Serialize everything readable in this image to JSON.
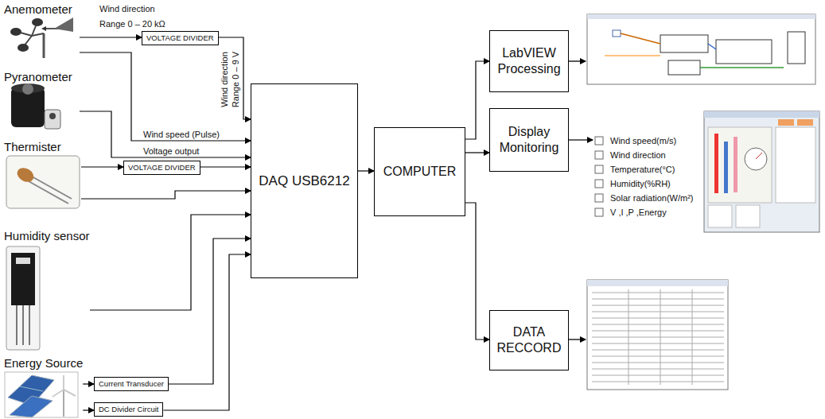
{
  "diagram": {
    "nodes": [
      {
        "text": [
          "Anemometer"
        ]
      },
      {
        "text": [
          "Pyranometer"
        ]
      },
      {
        "text": [
          "Thermister"
        ]
      },
      {
        "text": [
          "Humidity sensor"
        ]
      },
      {
        "text": [
          "Energy Source"
        ]
      },
      {
        "text": [
          "VOLTAGE DIVIDER"
        ]
      },
      {
        "text": [
          "VOLTAGE DIVIDER"
        ]
      },
      {
        "text": [
          "Current Transducer"
        ]
      },
      {
        "text": [
          "DC Divider Circuit"
        ]
      },
      {
        "text": [
          "DAQ USB6212"
        ]
      },
      {
        "text": [
          "COMPUTER"
        ]
      },
      {
        "text": [
          "LabVIEW Processing"
        ]
      },
      {
        "text": [
          "Display Monitoring"
        ]
      },
      {
        "text": [
          "DATA RECCORD"
        ]
      },
      {
        "text": [
          "Wind speed(m/s)",
          "Wind direction",
          "Temperature(°C)",
          "Humidity(%RH)",
          "Solar radiation(W/m²)",
          "V ,I ,P ,Energy"
        ]
      }
    ],
    "edges": [
      {
        "from": 0,
        "to": 5,
        "arrow": "to"
      },
      {
        "from": 5,
        "to": 9,
        "arrow": "to"
      },
      {
        "from": 0,
        "to": 9,
        "arrow": "to"
      },
      {
        "from": 1,
        "to": 9,
        "arrow": "to"
      },
      {
        "from": 2,
        "to": 6,
        "arrow": "to"
      },
      {
        "from": 6,
        "to": 9,
        "arrow": "to"
      },
      {
        "from": 2,
        "to": 9,
        "arrow": "to"
      },
      {
        "from": 3,
        "to": 9,
        "arrow": "to"
      },
      {
        "from": 4,
        "to": 7,
        "arrow": "to"
      },
      {
        "from": 4,
        "to": 8,
        "arrow": "to"
      },
      {
        "from": 7,
        "to": 9,
        "arrow": "to"
      },
      {
        "from": 8,
        "to": 9,
        "arrow": "to"
      },
      {
        "from": 9,
        "to": 10,
        "arrow": "to"
      },
      {
        "from": 10,
        "to": 11,
        "arrow": "to"
      },
      {
        "from": 10,
        "to": 12,
        "arrow": "to"
      },
      {
        "from": 10,
        "to": 13,
        "arrow": "to"
      },
      {
        "from": 12,
        "to": 14,
        "arrow": "to"
      }
    ],
    "labels": [
      "Wind direction",
      "Range 0 – 20 kΩ",
      "Wind direction",
      "Range 0 – 9 V",
      "Wind speed (Pulse)",
      "Voltage output"
    ]
  }
}
